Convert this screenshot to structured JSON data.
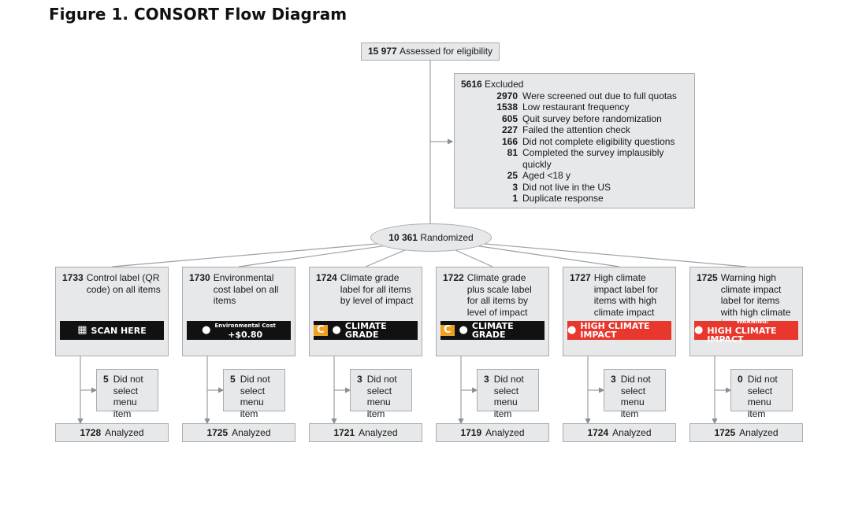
{
  "title": "Figure 1.  CONSORT Flow Diagram",
  "assessed": {
    "n": "15 977",
    "label": "Assessed for eligibility"
  },
  "excluded": {
    "n": "5616",
    "label": "Excluded",
    "reasons": [
      {
        "n": "2970",
        "label": "Were screened out due to full quotas"
      },
      {
        "n": "1538",
        "label": "Low restaurant frequency"
      },
      {
        "n": "605",
        "label": "Quit survey before randomization"
      },
      {
        "n": "227",
        "label": "Failed the attention check"
      },
      {
        "n": "166",
        "label": "Did not complete eligibility questions"
      },
      {
        "n": "81",
        "label": "Completed the survey implausibly quickly"
      },
      {
        "n": "25",
        "label": "Aged <18 y"
      },
      {
        "n": "3",
        "label": "Did not live in the US"
      },
      {
        "n": "1",
        "label": "Duplicate response"
      }
    ]
  },
  "randomized": {
    "n": "10 361",
    "label": "Randomized"
  },
  "arms": [
    {
      "n": "1733",
      "label": "Control label (QR code) on all items",
      "badge": {
        "text": "SCAN HERE",
        "style": "black",
        "icon": "qr-code-icon"
      },
      "dropout": {
        "n": "5",
        "label": "Did not select menu item"
      },
      "analyzed": {
        "n": "1728",
        "label": "Analyzed"
      }
    },
    {
      "n": "1730",
      "label": "Environmental cost label on all items",
      "badge": {
        "small": "Environmental Cost",
        "text": "+$0.80",
        "style": "black",
        "icon": "globe-icon"
      },
      "dropout": {
        "n": "5",
        "label": "Did not select menu item"
      },
      "analyzed": {
        "n": "1725",
        "label": "Analyzed"
      }
    },
    {
      "n": "1724",
      "label": "Climate grade label for all items by level of impact",
      "badge": {
        "grade": "C",
        "text": "CLIMATE GRADE",
        "style": "black",
        "icon": "globe-icon",
        "grade_color": "#f0a020"
      },
      "dropout": {
        "n": "3",
        "label": "Did not select menu item"
      },
      "analyzed": {
        "n": "1721",
        "label": "Analyzed"
      }
    },
    {
      "n": "1722",
      "label": "Climate grade plus scale label for all items by level of impact",
      "badge": {
        "grade": "C",
        "text": "CLIMATE GRADE",
        "style": "black",
        "icon": "globe-icon",
        "grade_color": "#f0a020"
      },
      "dropout": {
        "n": "3",
        "label": "Did not select menu item"
      },
      "analyzed": {
        "n": "1719",
        "label": "Analyzed"
      }
    },
    {
      "n": "1727",
      "label": "High climate impact label for items with high climate impact",
      "badge": {
        "text": "HIGH CLIMATE IMPACT",
        "style": "red",
        "icon": "globe-icon"
      },
      "dropout": {
        "n": "3",
        "label": "Did not select menu item"
      },
      "analyzed": {
        "n": "1724",
        "label": "Analyzed"
      }
    },
    {
      "n": "1725",
      "label": "Warning high climate impact label for items with high climate impact",
      "badge": {
        "small": "WARNING:",
        "text": "HIGH CLIMATE IMPACT",
        "style": "red",
        "icon": "globe-icon"
      },
      "dropout": {
        "n": "0",
        "label": "Did not select menu item"
      },
      "analyzed": {
        "n": "1725",
        "label": "Analyzed"
      }
    }
  ],
  "colors": {
    "box_fill": "#e6e8ea",
    "box_border": "#a8adb2",
    "red_label": "#e8372c",
    "grade_orange": "#f0a020"
  }
}
